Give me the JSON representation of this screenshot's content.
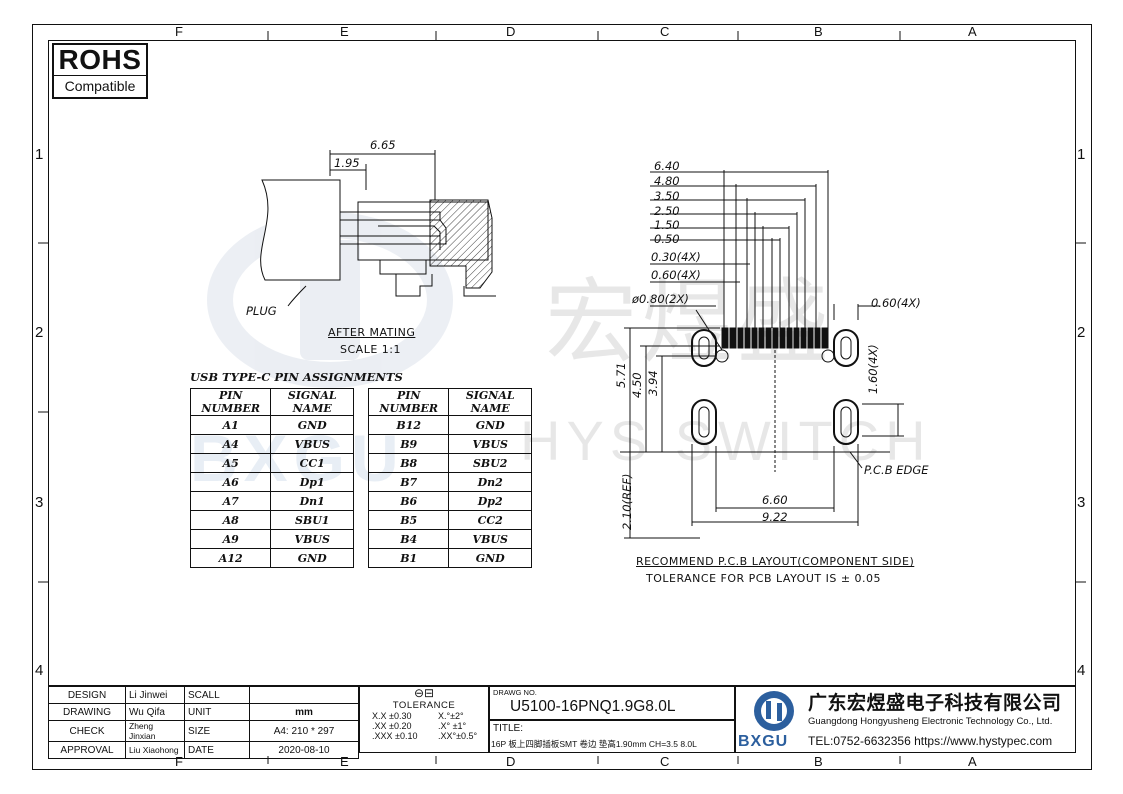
{
  "zones": {
    "columns": [
      "F",
      "E",
      "D",
      "C",
      "B",
      "A"
    ],
    "rows": [
      "1",
      "2",
      "3",
      "4"
    ]
  },
  "rohs": {
    "line1": "ROHS",
    "line2": "Compatible"
  },
  "watermark": {
    "cn": "宏煜盛",
    "en": "HYS SWITCH",
    "logo": "BXGU"
  },
  "side_view": {
    "dims": [
      "6.65",
      "1.95"
    ],
    "plug_label": "PLUG",
    "caption": "AFTER MATING",
    "scale": "SCALE 1:1"
  },
  "pin_table": {
    "title": "USB TYPE-C PIN ASSIGNMENTS",
    "headers": [
      "PIN NUMBER",
      "SIGNAL NAME"
    ],
    "left": [
      [
        "A1",
        "GND"
      ],
      [
        "A4",
        "VBUS"
      ],
      [
        "A5",
        "CC1"
      ],
      [
        "A6",
        "Dp1"
      ],
      [
        "A7",
        "Dn1"
      ],
      [
        "A8",
        "SBU1"
      ],
      [
        "A9",
        "VBUS"
      ],
      [
        "A12",
        "GND"
      ]
    ],
    "right": [
      [
        "B12",
        "GND"
      ],
      [
        "B9",
        "VBUS"
      ],
      [
        "B8",
        "SBU2"
      ],
      [
        "B7",
        "Dn2"
      ],
      [
        "B6",
        "Dp2"
      ],
      [
        "B5",
        "CC2"
      ],
      [
        "B4",
        "VBUS"
      ],
      [
        "B1",
        "GND"
      ]
    ]
  },
  "pcb_layout": {
    "top_dims": [
      "6.40",
      "4.80",
      "3.50",
      "2.50",
      "1.50",
      "0.50",
      "0.30(4X)",
      "0.60(4X)"
    ],
    "hole_dim": "ø0.80(2X)",
    "slot_width": "0.60(4X)",
    "slot_len": "1.60(4X)",
    "vert_dims": [
      "5.71",
      "4.50",
      "3.94",
      "2.10(REF)"
    ],
    "bottom_dims": [
      "6.60",
      "9.22"
    ],
    "edge_label": "P.C.B EDGE",
    "caption": "RECOMMEND P.C.B LAYOUT(COMPONENT SIDE)",
    "tolerance_note": "TOLERANCE FOR PCB LAYOUT IS ± 0.05"
  },
  "title_block": {
    "roles": [
      {
        "role": "DESIGN",
        "name": "Li Jinwei",
        "key": "SCALL",
        "value": ""
      },
      {
        "role": "DRAWING",
        "name": "Wu Qifa",
        "key": "UNIT",
        "value": "mm"
      },
      {
        "role": "CHECK",
        "name": "Zheng Jinxian",
        "key": "SIZE",
        "value": "A4: 210 * 297"
      },
      {
        "role": "APPROVAL",
        "name": "Liu Xiaohong",
        "key": "DATE",
        "value": "2020-08-10"
      }
    ],
    "tolerance": {
      "heading": "TOLERANCE",
      "rows": [
        [
          "X.X  ±0.30",
          "X.°±2°"
        ],
        [
          ".XX  ±0.20",
          ".X° ±1°"
        ],
        [
          ".XXX  ±0.10",
          ".XX°±0.5°"
        ]
      ]
    },
    "drawing_no_label": "DRAWG NO.",
    "drawing_no": "U5100-16PNQ1.9G8.0L",
    "title_label": "TITLE:",
    "title_text": "16P 板上四脚插板SMT 卷边 垫高1.90mm CH=3.5 8.0L",
    "company_cn": "广东宏煜盛电子科技有限公司",
    "company_en": "Guangdong Hongyusheng Electronic Technology Co., Ltd.",
    "logo_text": "BXGU",
    "contact": "TEL:0752-6632356  https://www.hystypec.com"
  }
}
